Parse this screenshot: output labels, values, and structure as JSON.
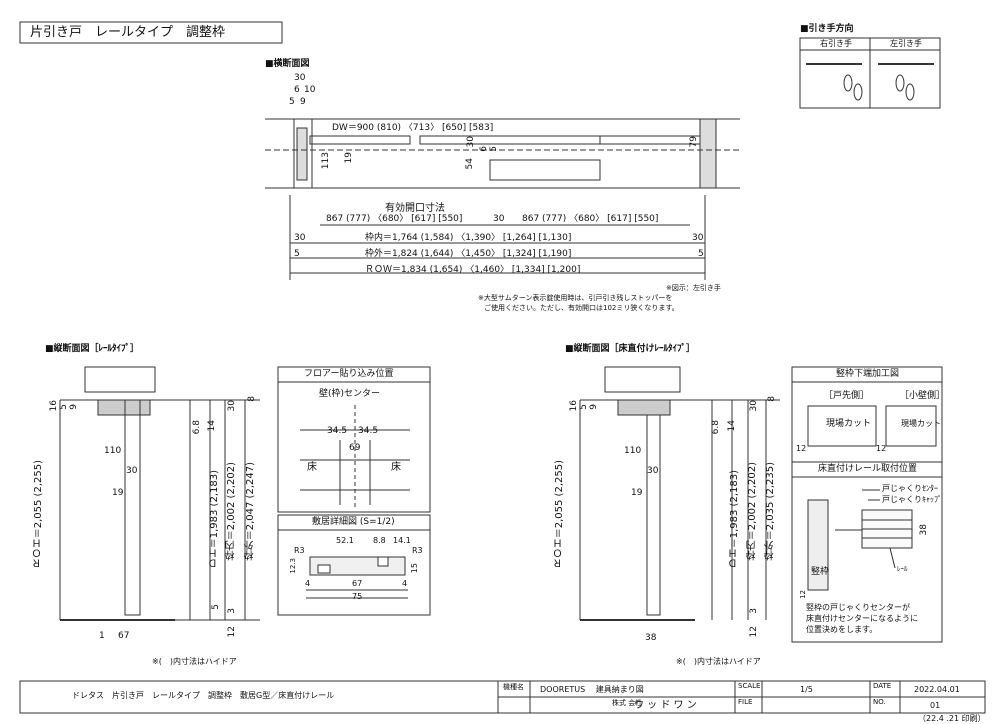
{
  "title": "片引き戸　レールタイプ　調整枠",
  "hand": {
    "title": "■引き手方向",
    "right": "右引き手",
    "left": "左引き手"
  },
  "plan": {
    "title": "■横断面図",
    "dim_30": "30",
    "dim_6": "6",
    "dim_10": "10",
    "dim_5": "5",
    "dim_9": "9",
    "dw": "DW＝900 (810) 〈713〉 [650] [583]",
    "d113": "113",
    "d19": "19",
    "d30b": "30",
    "d6b": "6",
    "d5b": "5",
    "d54": "54",
    "d79": "79",
    "eff_title": "有効開口寸法",
    "eff_left": "867 (777) 〈680〉 [617] [550]",
    "eff_mid": "30",
    "eff_right": "867 (777) 〈680〉 [617] [550]",
    "row1_l": "30",
    "row1": "枠内＝1,764 (1,584) 〈1,390〉 [1,264] [1,130]",
    "row1_r": "30",
    "row2_l": "5",
    "row2": "枠外＝1,824 (1,644) 〈1,450〉 [1,324] [1,190]",
    "row2_r": "5",
    "row3": "ＲＯＷ＝1,834 (1,654) 〈1,460〉 [1,334] [1,200]",
    "note_fig": "※図示：左引き手",
    "note1": "※大型サムターン表示錠使用時は、引戸引き残しストッパーを",
    "note2": "ご使用ください。ただし、有効開口は102ミリ狭くなります。"
  },
  "left_sec": {
    "title": "■縦断面図［ﾚｰﾙﾀｲﾌﾟ］",
    "d16": "16",
    "d5": "5",
    "d9": "9",
    "roh": "ＲＯＨ＝2,055 (2,255)",
    "d110": "110",
    "d30": "30",
    "d19": "19",
    "d68": "6.8",
    "d14": "14",
    "dh": "ＤＨ＝1,983 (2,183)",
    "wi": "枠内＝2,002 (2,202)",
    "wo": "枠外＝2,047 (2,247)",
    "t30": "30",
    "t8": "8",
    "b5": "5",
    "b3": "3",
    "b12": "12",
    "b1": "1",
    "b67": "67",
    "note": "※(　)内寸法はハイドア"
  },
  "floor": {
    "title": "フロアー貼り込み位置",
    "center": "壁(枠)センター",
    "d345a": "34.5",
    "d345b": "34.5",
    "d69": "69",
    "yuka_l": "床",
    "yuka_r": "床"
  },
  "sill": {
    "title": "敷居詳細図 (S=1/2)",
    "d521": "52.1",
    "d88": "8.8",
    "d141": "14.1",
    "r3l": "R3",
    "r3r": "R3",
    "d123": "12.3",
    "d15": "15",
    "d4l": "4",
    "d67": "67",
    "d4r": "4",
    "d75": "75"
  },
  "right_sec": {
    "title": "■縦断面図［床直付けﾚｰﾙﾀｲﾌﾟ］",
    "d16": "16",
    "d5": "5",
    "d9": "9",
    "roh": "ＲＯＨ＝2,055 (2,255)",
    "d110": "110",
    "d30": "30",
    "d19": "19",
    "d68": "6.8",
    "d14": "14",
    "dh": "ＤＨ＝1,983 (2,183)",
    "wi": "枠内＝2,002 (2,202)",
    "wo": "枠外＝2,035 (2,235)",
    "t30": "30",
    "t8": "8",
    "b3": "3",
    "b12": "12",
    "b38": "38",
    "note": "※(　)内寸法はハイドア"
  },
  "frame_cut": {
    "title": "竪枠下端加工図",
    "left_lbl": "［戸先側］",
    "right_lbl": "［小壁側］",
    "cut_l": "現場カット",
    "cut_r": "現場カット",
    "d12l": "12",
    "d12r": "12"
  },
  "rail": {
    "title": "床直付けレール取付位置",
    "c1": "戸じゃくりｾﾝﾀｰ",
    "c2": "戸じゃくりｷｬｯﾌﾟ",
    "c3": "ﾚｰﾙ",
    "d38": "38",
    "tatewaku": "竪枠",
    "d12": "12",
    "note1": "竪枠の戸じゃくりセンターが",
    "note2": "床直付けセンターになるように",
    "note3": "位置決めをします。"
  },
  "titleblock": {
    "desc": "ドレタス　片引き戸　レールタイプ　調整枠　敷居G型／床直付けレール",
    "model_lbl": "機種名",
    "model": "DOORETUS　 建具納まり図",
    "company_lbl": "株式\n会社",
    "company": "ウ ッ ド ワ ン",
    "scale_lbl": "SCALE",
    "scale": "1/5",
    "date_lbl": "DATE",
    "date": "2022.04.01",
    "file_lbl": "FILE",
    "no_lbl": "NO.",
    "no": "01",
    "print": "（22.4 .21 印刷）"
  }
}
